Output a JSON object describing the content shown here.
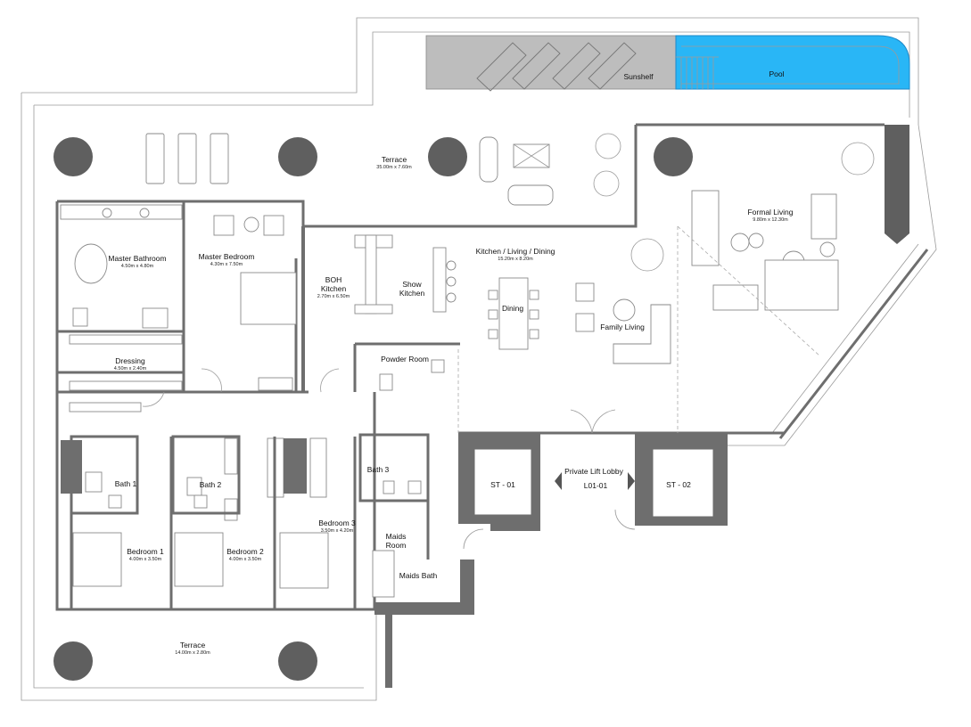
{
  "rooms": {
    "terrace_top": {
      "name": "Terrace",
      "dims": "35.00m x 7.60m"
    },
    "sunshelf": {
      "name": "Sunshelf",
      "dims": ""
    },
    "pool": {
      "name": "Pool",
      "dims": ""
    },
    "formal_living": {
      "name": "Formal Living",
      "dims": "9.80m x 12.30m"
    },
    "master_bathroom": {
      "name": "Master Bathroom",
      "dims": "4.50m x 4.80m"
    },
    "master_bedroom": {
      "name": "Master Bedroom",
      "dims": "4.30m x 7.50m"
    },
    "boh_kitchen": {
      "name": "BOH\nKitchen",
      "dims": "2.70m x 6.50m"
    },
    "show_kitchen": {
      "name": "Show\nKitchen",
      "dims": ""
    },
    "kitchen_living": {
      "name": "Kitchen / Living / Dining",
      "dims": "15.20m x 8.20m"
    },
    "dining": {
      "name": "Dining",
      "dims": ""
    },
    "family_living": {
      "name": "Family Living",
      "dims": ""
    },
    "dressing": {
      "name": "Dressing",
      "dims": "4.50m x 2.40m"
    },
    "powder_room": {
      "name": "Powder Room",
      "dims": ""
    },
    "bath1": {
      "name": "Bath 1",
      "dims": ""
    },
    "bath2": {
      "name": "Bath 2",
      "dims": ""
    },
    "bath3": {
      "name": "Bath 3",
      "dims": ""
    },
    "maids_room": {
      "name": "Maids\nRoom",
      "dims": ""
    },
    "maids_bath": {
      "name": "Maids Bath",
      "dims": ""
    },
    "bedroom1": {
      "name": "Bedroom 1",
      "dims": "4.00m x 3.50m"
    },
    "bedroom2": {
      "name": "Bedroom 2",
      "dims": "4.00m x 3.50m"
    },
    "bedroom3": {
      "name": "Bedroom 3",
      "dims": "3.50m x 4.20m"
    },
    "lift_lobby": {
      "name": "Private Lift Lobby",
      "dims": ""
    },
    "lift_code": {
      "name": "L01-01",
      "dims": ""
    },
    "st01": {
      "name": "ST - 01",
      "dims": ""
    },
    "st02": {
      "name": "ST - 02",
      "dims": ""
    },
    "terrace_bottom": {
      "name": "Terrace",
      "dims": "14.00m x 2.80m"
    }
  },
  "colors": {
    "wall": "#6e6e6e",
    "pool": "#29b6f6",
    "sunshelf": "#bdbdbd",
    "column": "#5f5f5f"
  }
}
